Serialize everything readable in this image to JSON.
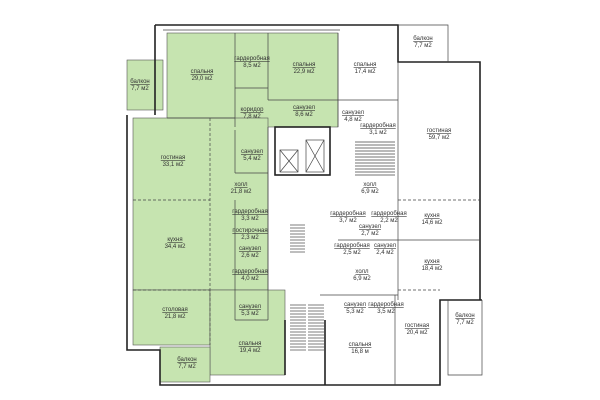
{
  "colors": {
    "apartment_highlight": "#c6e4b0",
    "walls": "#222222"
  },
  "rooms": [
    {
      "name": "балкон",
      "area": "7,7 м2"
    },
    {
      "name": "спальня",
      "area": "29,0 м2"
    },
    {
      "name": "гардеробная",
      "area": "8,5 м2"
    },
    {
      "name": "спальня",
      "area": "22,9 м2"
    },
    {
      "name": "коридор",
      "area": "7,8 м2"
    },
    {
      "name": "санузел",
      "area": "8,6 м2"
    },
    {
      "name": "санузел",
      "area": "5,4 м2"
    },
    {
      "name": "гостиная",
      "area": "33,1 м2"
    },
    {
      "name": "холл",
      "area": "21,8 м2"
    },
    {
      "name": "гардеробная",
      "area": "3,3 м2"
    },
    {
      "name": "постирочная",
      "area": "2,3 м2"
    },
    {
      "name": "санузел",
      "area": "2,6 м2"
    },
    {
      "name": "гардеробная",
      "area": "4,0 м2"
    },
    {
      "name": "кухня",
      "area": "34,4 м2"
    },
    {
      "name": "санузел",
      "area": "5,3 м2"
    },
    {
      "name": "столовая",
      "area": "21,8 м2"
    },
    {
      "name": "спальня",
      "area": "19,4 м2"
    },
    {
      "name": "балкон",
      "area": "7,7 м2"
    },
    {
      "name": "балкон",
      "area": "7,7 м2"
    },
    {
      "name": "спальня",
      "area": "17,4 м2"
    },
    {
      "name": "санузел",
      "area": "4,8 м2"
    },
    {
      "name": "гардеробная",
      "area": "3,1 м2"
    },
    {
      "name": "гостиная",
      "area": "59,7 м2"
    },
    {
      "name": "холл",
      "area": "6,9 м2"
    },
    {
      "name": "гардеробная",
      "area": "3,7 м2"
    },
    {
      "name": "гардеробная",
      "area": "2,2 м2"
    },
    {
      "name": "санузел",
      "area": "2,7 м2"
    },
    {
      "name": "кухня",
      "area": "14,6 м2"
    },
    {
      "name": "гардеробная",
      "area": "2,5 м2"
    },
    {
      "name": "санузел",
      "area": "2,4 м2"
    },
    {
      "name": "кухня",
      "area": "18,4 м2"
    },
    {
      "name": "холл",
      "area": "6,9 м2"
    },
    {
      "name": "санузел",
      "area": "5,3 м2"
    },
    {
      "name": "гардеробная",
      "area": "3,5 м2"
    },
    {
      "name": "гостиная",
      "area": "20,4 м2"
    },
    {
      "name": "балкон",
      "area": "7,7 м2"
    },
    {
      "name": "спальня",
      "area": "16,8 м"
    }
  ]
}
